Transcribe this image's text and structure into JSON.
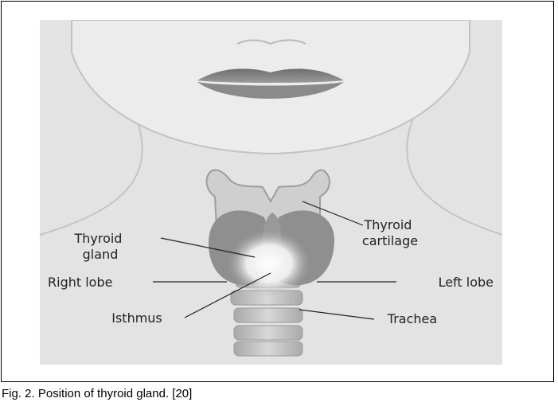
{
  "labels": {
    "thyroid_gland": [
      "Thyroid",
      "gland"
    ],
    "thyroid_cartilage": [
      "Thyroid",
      "cartilage"
    ],
    "right_lobe": "Right lobe",
    "left_lobe": "Left lobe",
    "isthmus": "Isthmus",
    "trachea": "Trachea"
  },
  "caption": "Fig. 2. Position of thyroid gland. [20]",
  "colors": {
    "background": "#e6e6e6",
    "skin": "#e9e9e9",
    "outline": "#bdbdbd",
    "lips": "#7a7a7a",
    "gland": "#8f8f8f",
    "cartilage": "#c9c9c9",
    "trachea": "#bcbcbc"
  }
}
